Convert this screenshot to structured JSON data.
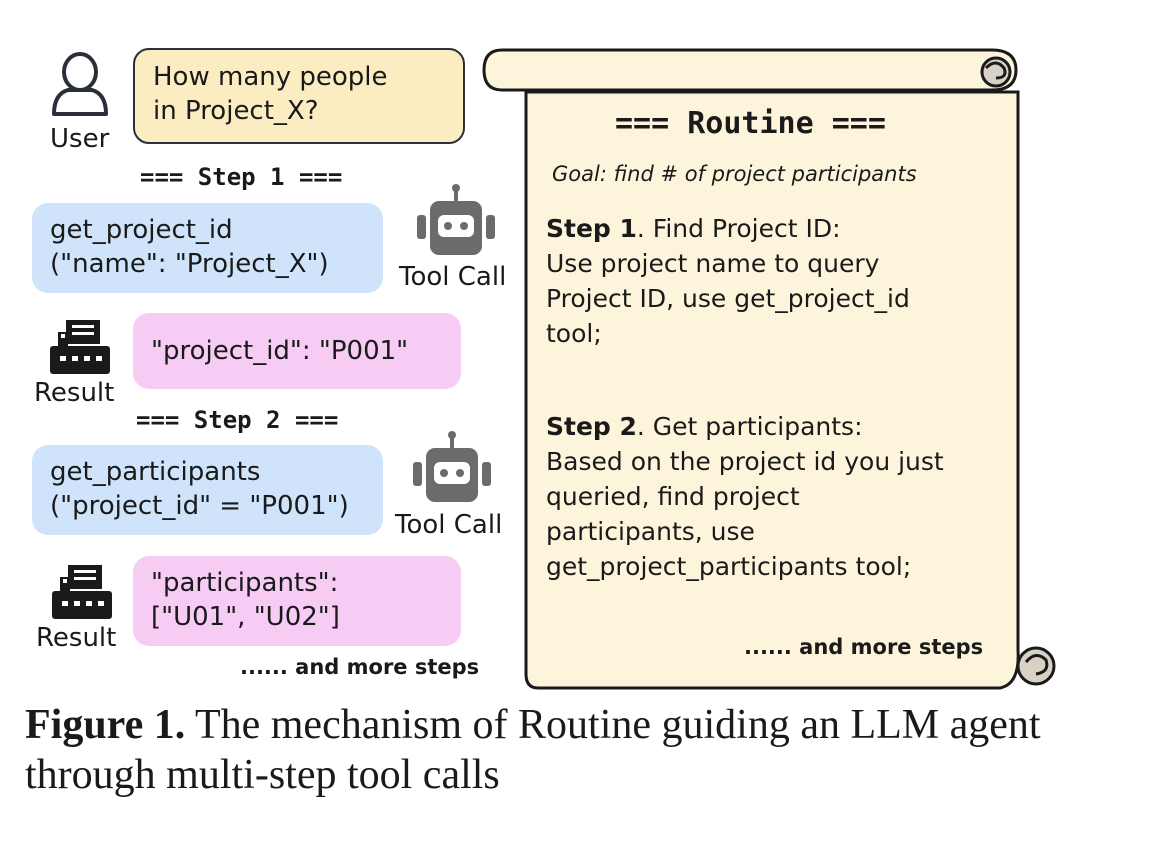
{
  "user": {
    "label": "User",
    "message_lines": [
      "How many people",
      "in Project_X?"
    ]
  },
  "steps": [
    {
      "heading": "=== Step 1 ===",
      "call_lines": [
        "get_project_id",
        "(\"name\": \"Project_X\")"
      ],
      "call_label": "Tool Call",
      "result_label": "Result",
      "result_lines": [
        "\"project_id\": \"P001\""
      ]
    },
    {
      "heading": "=== Step 2 ===",
      "call_lines": [
        "get_participants",
        "(\"project_id\" = \"P001\")"
      ],
      "call_label": "Tool Call",
      "result_label": "Result",
      "result_lines": [
        "\"participants\":",
        "[\"U01\", \"U02\"]"
      ]
    }
  ],
  "left_more": "...... and more steps",
  "routine": {
    "title": "=== Routine ===",
    "goal": "Goal: find # of project participants",
    "steps": [
      {
        "label": "Step 1",
        "title": ". Find Project ID:",
        "lines": [
          "Use project name to query",
          "Project ID, use get_project_id",
          "tool;"
        ]
      },
      {
        "label": "Step 2",
        "title": ". Get participants:",
        "lines": [
          "Based on the project id you just",
          "queried, find project",
          "participants, use",
          "get_project_participants tool;"
        ]
      }
    ],
    "more": "...... and more steps"
  },
  "caption": {
    "bold": "Figure 1.",
    "text": " The mechanism of Routine guiding an LLM agent through multi-step tool calls"
  },
  "colors": {
    "user_bubble": "#fbecc2",
    "tool_call_bubble": "#cfe3fb",
    "result_bubble": "#f6ccf4",
    "scroll_paper": "#fcf5dc",
    "robot": "#6b6b6b"
  },
  "icons": {
    "user": "user-icon",
    "robot": "robot-icon",
    "result": "result-icon",
    "scroll": "scroll-icon"
  }
}
